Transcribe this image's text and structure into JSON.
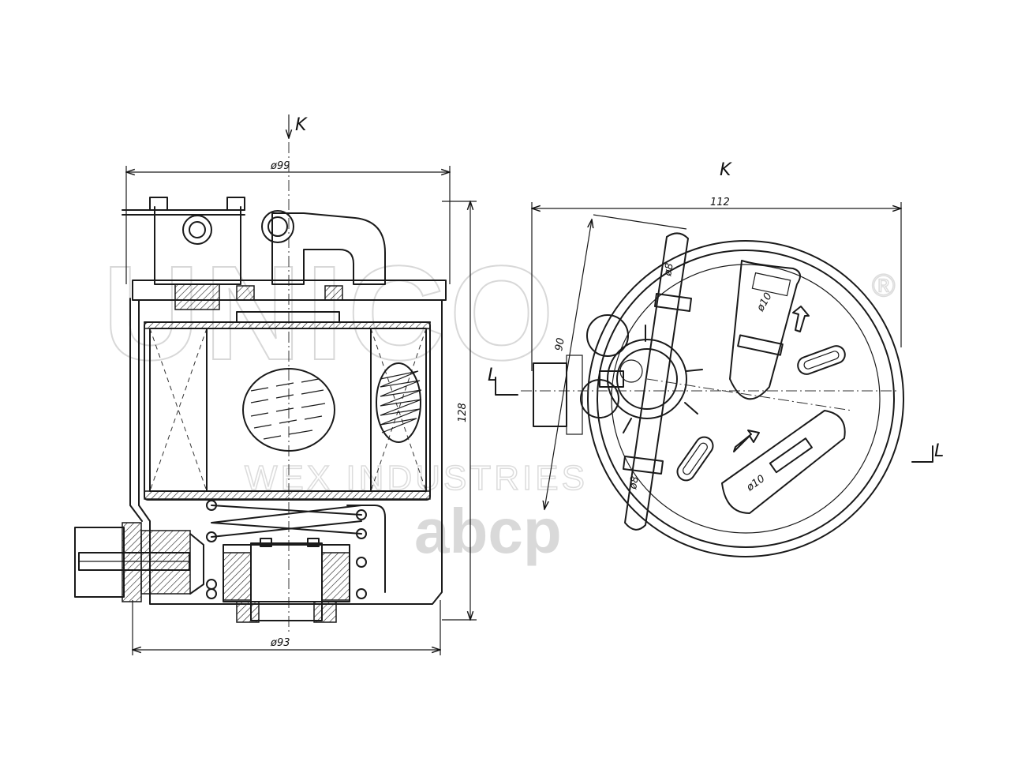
{
  "view_label_top": "K",
  "view_label_right": "K",
  "dimensions": {
    "outer_diameter": "ø99",
    "base_diameter": "ø93",
    "height": "128",
    "plan_width": "112",
    "bracket_length": "90",
    "pipe_upper": "ø8",
    "pipe_lower": "ø8",
    "port_upper": "ø10",
    "port_lower": "ø10"
  },
  "section_mark_left": "L",
  "section_mark_right": "L",
  "watermark": {
    "brand": "UNICO",
    "registered": "®",
    "subtitle": "WEX INDUSTRIES",
    "shop": "abcp"
  }
}
